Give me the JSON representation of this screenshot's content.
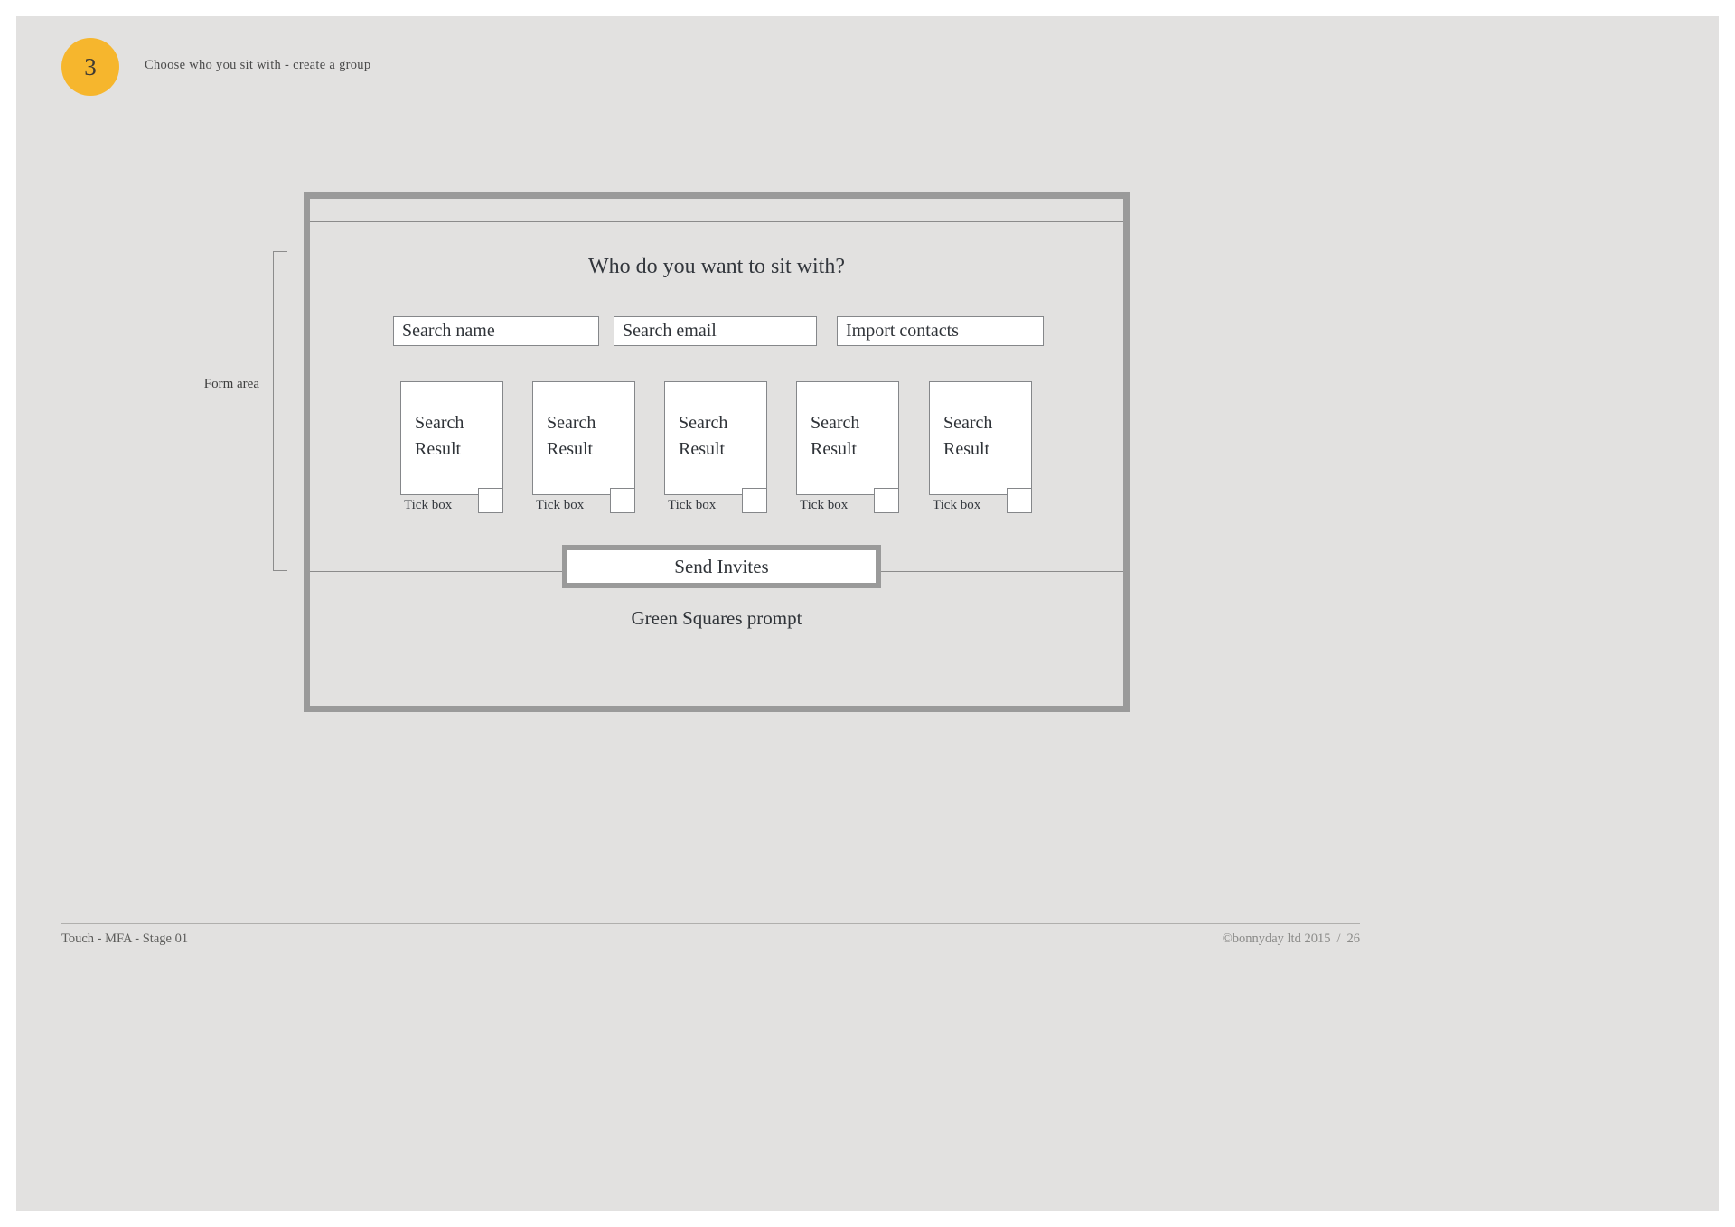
{
  "header": {
    "step_number": "3",
    "step_label": "Choose who you sit with - create a group"
  },
  "annotation": {
    "form_area_label": "Form area"
  },
  "wireframe": {
    "title": "Who do you want to sit with?",
    "search_fields": [
      {
        "label": "Search name"
      },
      {
        "label": "Search email"
      },
      {
        "label": "Import contacts"
      }
    ],
    "results": [
      {
        "label": "Search Result",
        "tick_label": "Tick box"
      },
      {
        "label": "Search Result",
        "tick_label": "Tick box"
      },
      {
        "label": "Search Result",
        "tick_label": "Tick box"
      },
      {
        "label": "Search Result",
        "tick_label": "Tick box"
      },
      {
        "label": "Search Result",
        "tick_label": "Tick box"
      }
    ],
    "send_button_label": "Send Invites",
    "prompt_text": "Green Squares prompt"
  },
  "footer": {
    "project": "Touch - MFA - Stage 01",
    "copyright": "©bonnyday ltd 2015",
    "separator": "/",
    "page_number": "26"
  },
  "colors": {
    "accent": "#f6b62d",
    "page_background": "#e2e1e0",
    "wireframe_border": "#9a9a9a",
    "thin_border": "#85878a",
    "text": "#2f3338",
    "footer_text": "#5d5d5b"
  }
}
